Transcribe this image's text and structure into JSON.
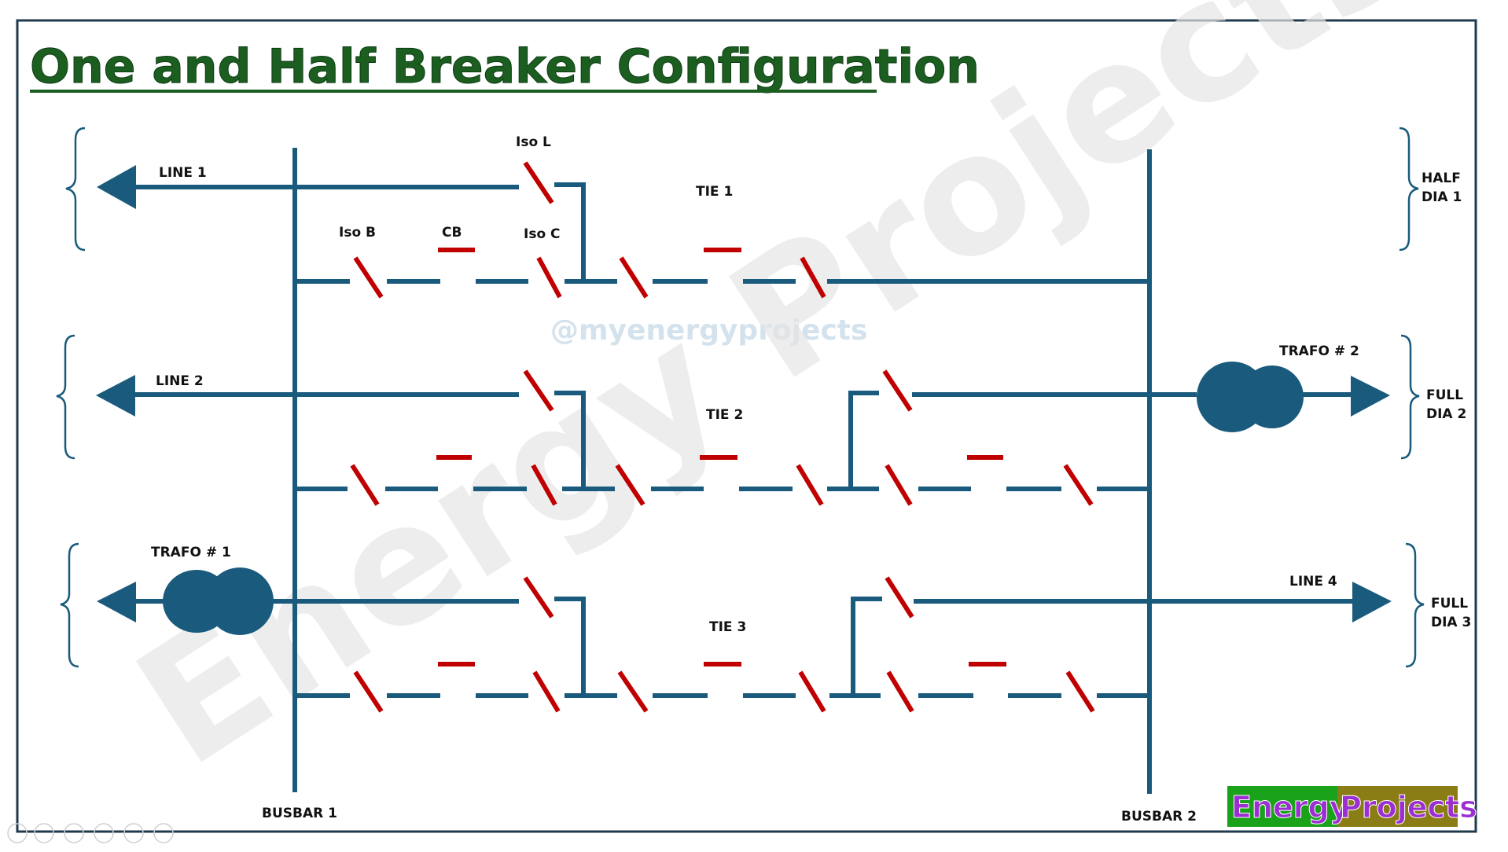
{
  "title": "One and Half Breaker Configuration",
  "watermark": {
    "handle": "@myenergyprojects",
    "big": "Energy Projects"
  },
  "labels": {
    "line1": "LINE 1",
    "line2": "LINE 2",
    "line4": "LINE 4",
    "trafo1": "TRAFO # 1",
    "trafo2": "TRAFO # 2",
    "iso_l": "Iso L",
    "iso_b": "Iso B",
    "cb": "CB",
    "iso_c": "Iso C",
    "tie1": "TIE 1",
    "tie2": "TIE 2",
    "tie3": "TIE 3",
    "busbar1": "BUSBAR 1",
    "busbar2": "BUSBAR 2"
  },
  "diameters": [
    {
      "line1": "HALF",
      "line2": "DIA 1"
    },
    {
      "line1": "FULL",
      "line2": "DIA 2"
    },
    {
      "line1": "FULL",
      "line2": "DIA 3"
    }
  ],
  "logo": {
    "word1": "Energy",
    "word2": "Projects"
  },
  "colors": {
    "conductor": "#1a5b7d",
    "breaker": "#c00000",
    "title": "#1b5e20",
    "frame": "#1f3a4d"
  }
}
